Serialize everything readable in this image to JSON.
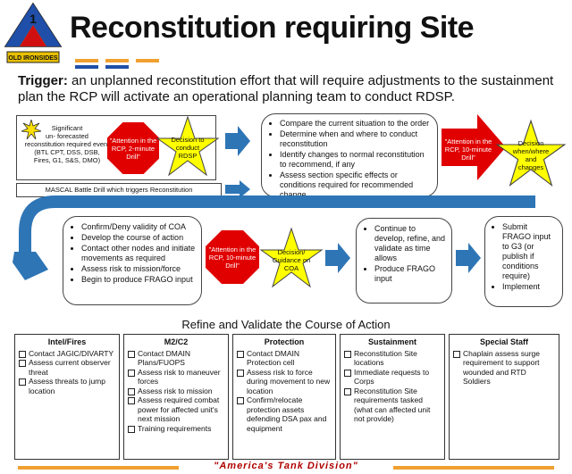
{
  "title": "Reconstitution requiring Site",
  "logo": {
    "text": "OLD IRONSIDES",
    "number": "1"
  },
  "colors": {
    "red": "#e00000",
    "yellow": "#ffff00",
    "blue": "#2e75b6",
    "dash": "#f0a030",
    "footer_red": "#b00000"
  },
  "trigger": {
    "label": "Trigger:",
    "text": " an unplanned reconstitution effort that will require adjustments to the sustainment plan the RCP will activate an operational planning team to conduct RDSP."
  },
  "flow": {
    "event": {
      "line1": "Significant",
      "line2": "un- forecasted",
      "line3": "reconstitution required event",
      "line4": "(BTL CPT, DSS, DSB,",
      "line5": "Fires, G1, S&S, DMO)"
    },
    "mascal": "MASCAL Battle Drill which triggers Reconstitution",
    "octa1": "\"Attention in the RCP, 2-minute Drill\"",
    "star1": "Decision to conduct RDSP",
    "list1": [
      "Compare the current situation to the order",
      "Determine when and where to conduct reconstitution",
      "Identify changes to normal reconstitution to recommend, if any",
      "Assess section specific effects or conditions required for recommended change"
    ],
    "octa2": "\"Attention in the RCP, 10-minute Drill\"",
    "star2": "Decision when/where and changes",
    "list2": [
      "Confirm/Deny validity of COA",
      "Develop the course of action",
      "Contact other nodes and initiate movements as required",
      "Assess risk to mission/force",
      "Begin to produce FRAGO input"
    ],
    "octa3": "\"Attention in the RCP, 10-minute Drill\"",
    "star3": "Decision/ Guidance on COA",
    "list3": [
      "Continue to develop, refine, and validate as time allows",
      "Produce FRAGO input"
    ],
    "list4": [
      "Submit FRAGO input to G3 (or publish if conditions require)",
      "Implement"
    ]
  },
  "refine_title": "Refine and Validate the Course of Action",
  "columns": [
    {
      "title": "Intel/Fires",
      "items": [
        "Contact JAGIC/DIVARTY",
        "Assess current observer threat",
        "Assess threats to jump location"
      ]
    },
    {
      "title": "M2/C2",
      "items": [
        "Contact DMAIN Plans/FUOPS",
        "Assess risk to maneuver forces",
        "Assess risk to mission",
        "Assess required combat power for affected unit's next mission",
        "Training requirements"
      ]
    },
    {
      "title": "Protection",
      "items": [
        "Contact DMAIN Protection cell",
        "Assess risk to force during movement to new location",
        "Confirm/relocate protection assets defending DSA pax and equipment"
      ]
    },
    {
      "title": "Sustainment",
      "items": [
        "Reconstitution Site locations",
        "Immediate requests to Corps",
        "Reconstitution Site requirements tasked (what can affected unit not provide)"
      ]
    },
    {
      "title": "Special Staff",
      "items": [
        "Chaplain assess surge requirement to support wounded and RTD Soldiers"
      ]
    }
  ],
  "footer": "\"America's Tank Division\""
}
